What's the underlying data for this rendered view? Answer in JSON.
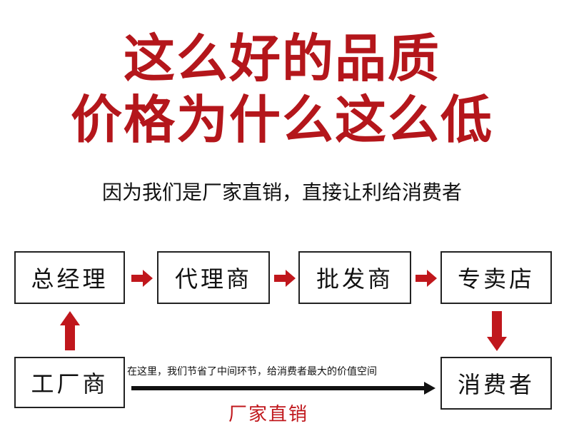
{
  "headline": {
    "line1": "这么好的品质",
    "line2": "价格为什么这么低"
  },
  "subtitle": "因为我们是厂家直销，直接让利给消费者",
  "chain": {
    "general_manager": "总经理",
    "agent": "代理商",
    "wholesaler": "批发商",
    "store": "专卖店",
    "factory": "工厂商",
    "consumer": "消费者"
  },
  "note": "在这里，我们节省了中间环节，给消费者最大的价值空间",
  "direct_label": "厂家直销",
  "colors": {
    "accent": "#b4161b",
    "text": "#111111",
    "border": "#222222"
  }
}
